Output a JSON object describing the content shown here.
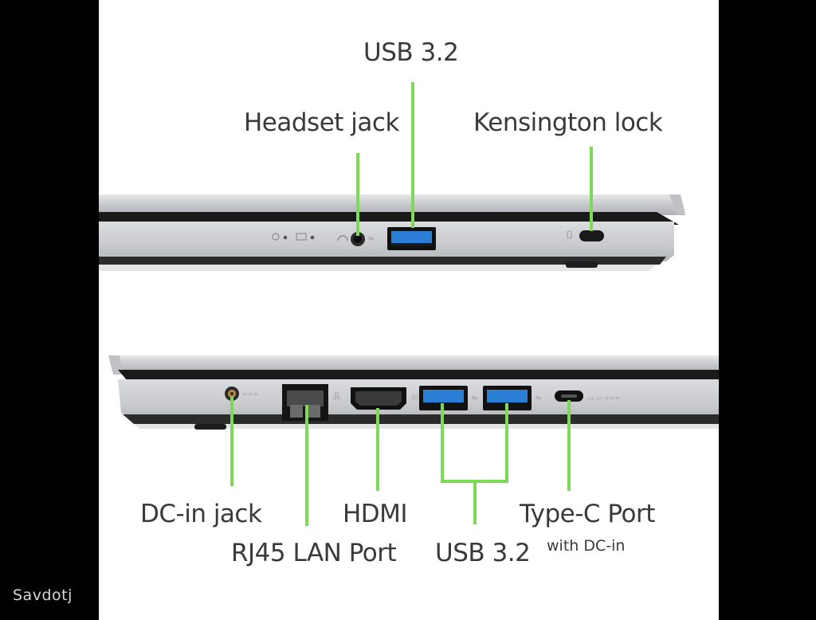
{
  "top_view": {
    "labels": {
      "usb": "USB 3.2",
      "headset": "Headset jack",
      "kensington": "Kensington lock"
    }
  },
  "bottom_view": {
    "labels": {
      "dc_in": "DC-in jack",
      "rj45": "RJ45 LAN Port",
      "hdmi": "HDMI",
      "usb": "USB 3.2",
      "typec": "Type-C Port",
      "typec_sub": "with DC-in"
    }
  },
  "watermark": "Savdotj",
  "colors": {
    "background": "#000000",
    "panel": "#ffffff",
    "leader_line": "#7ed957",
    "label_text": "#3a3a3a",
    "usb_port_blue": "#2a7fd4",
    "chassis_silver": "#c9cbcf"
  }
}
